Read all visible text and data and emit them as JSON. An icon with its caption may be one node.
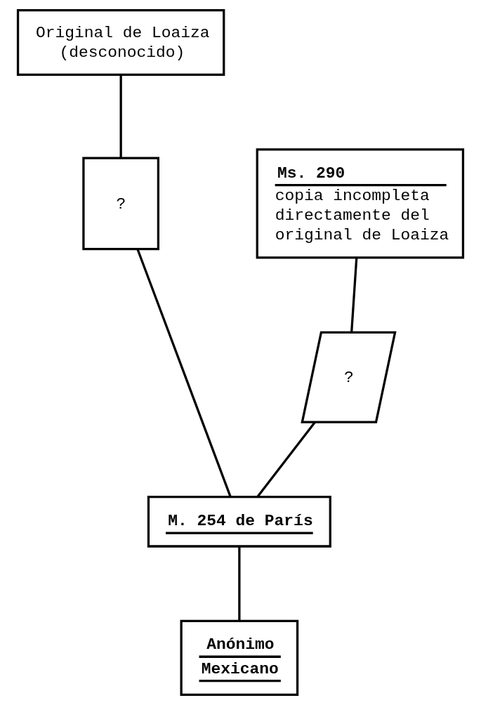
{
  "diagram": {
    "nodes": [
      {
        "text": [
          "Original de Loaiza",
          "(desconocido)"
        ]
      },
      {
        "text": [
          "?"
        ]
      },
      {
        "text": [
          "Ms. 290",
          "copia incompleta directamente del original de Loaiza"
        ]
      },
      {
        "text": [
          "?"
        ]
      },
      {
        "text": [
          "M. 254 de París"
        ]
      },
      {
        "text": [
          "Anónimo Mexicano"
        ]
      }
    ],
    "edges": [
      {
        "from": 0,
        "to": 1,
        "arrow": "none"
      },
      {
        "from": 1,
        "to": 4,
        "arrow": "none"
      },
      {
        "from": 2,
        "to": 3,
        "arrow": "none"
      },
      {
        "from": 3,
        "to": 4,
        "arrow": "none"
      },
      {
        "from": 4,
        "to": 5,
        "arrow": "none"
      }
    ]
  }
}
